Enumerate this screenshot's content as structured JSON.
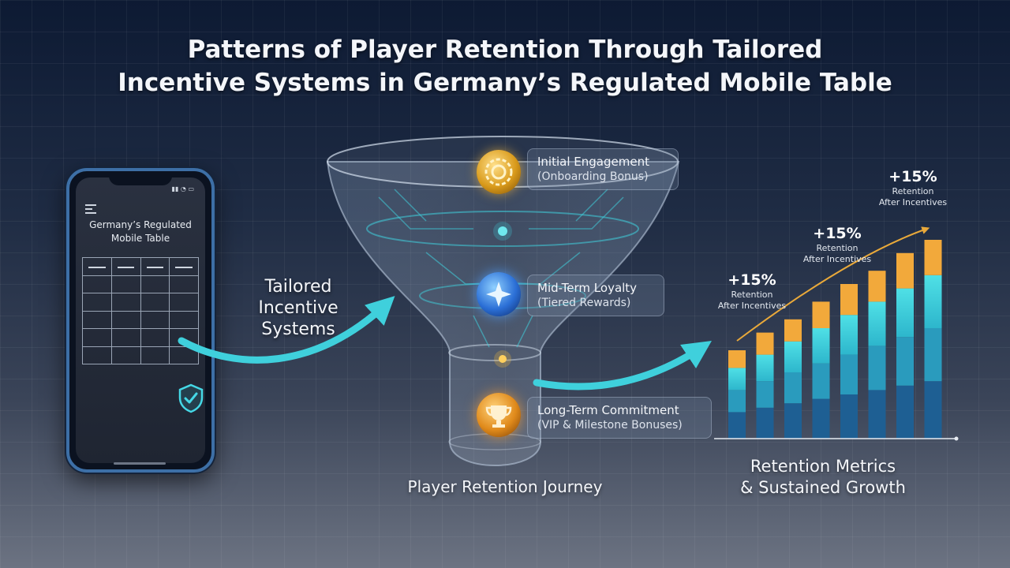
{
  "title": {
    "line1": "Patterns of Player Retention Through Tailored",
    "line2": "Incentive Systems in Germany’s Regulated Mobile Table"
  },
  "phone": {
    "screen_title_line1": "Germany’s Regulated",
    "screen_title_line2": "Mobile Table",
    "icons": [
      "menu-icon",
      "signal-icon",
      "wifi-icon",
      "battery-icon",
      "shield-check-icon"
    ]
  },
  "flow_label": {
    "line1": "Tailored",
    "line2": "Incentive",
    "line3": "Systems"
  },
  "funnel": {
    "caption": "Player Retention Journey",
    "stages": [
      {
        "title": "Initial Engagement",
        "subtitle": "(Onboarding Bonus)",
        "icon": "gear-icon"
      },
      {
        "title": "Mid-Term Loyalty",
        "subtitle": "(Tiered Rewards)",
        "icon": "star-icon"
      },
      {
        "title": "Long-Term Commitment",
        "subtitle": "(VIP & Milestone Bonuses)",
        "icon": "trophy-icon"
      }
    ]
  },
  "colors": {
    "teal": "#35c9d6",
    "teal_dark": "#2a8fb0",
    "blue_dark": "#1e5f93",
    "orange": "#f2a93b",
    "gold": "#e9a93a"
  },
  "chart_data": {
    "type": "bar",
    "caption_line1": "Retention Metrics",
    "caption_line2": "& Sustained Growth",
    "categories": [
      "",
      "",
      "",
      "",
      "",
      "",
      "",
      ""
    ],
    "series": [
      {
        "values": [
          3,
          3.5,
          4,
          4.5,
          5,
          5.5,
          6,
          6.5
        ]
      },
      {
        "values": [
          2.5,
          3,
          3.5,
          4,
          4.5,
          5,
          5.5,
          6
        ]
      },
      {
        "values": [
          2.5,
          3,
          3.5,
          4,
          4.5,
          5,
          5.5,
          6
        ]
      },
      {
        "values": [
          2,
          2.5,
          2.5,
          3,
          3.5,
          3.5,
          4,
          4
        ]
      }
    ],
    "trend": "increasing",
    "annotations": [
      {
        "value": "+15%",
        "label_line1": "Retention",
        "label_line2": "After Incentives"
      },
      {
        "value": "+15%",
        "label_line1": "Retention",
        "label_line2": "After Incentives"
      },
      {
        "value": "+15%",
        "label_line1": "Retention",
        "label_line2": "After Incentives"
      }
    ],
    "grid": false
  }
}
